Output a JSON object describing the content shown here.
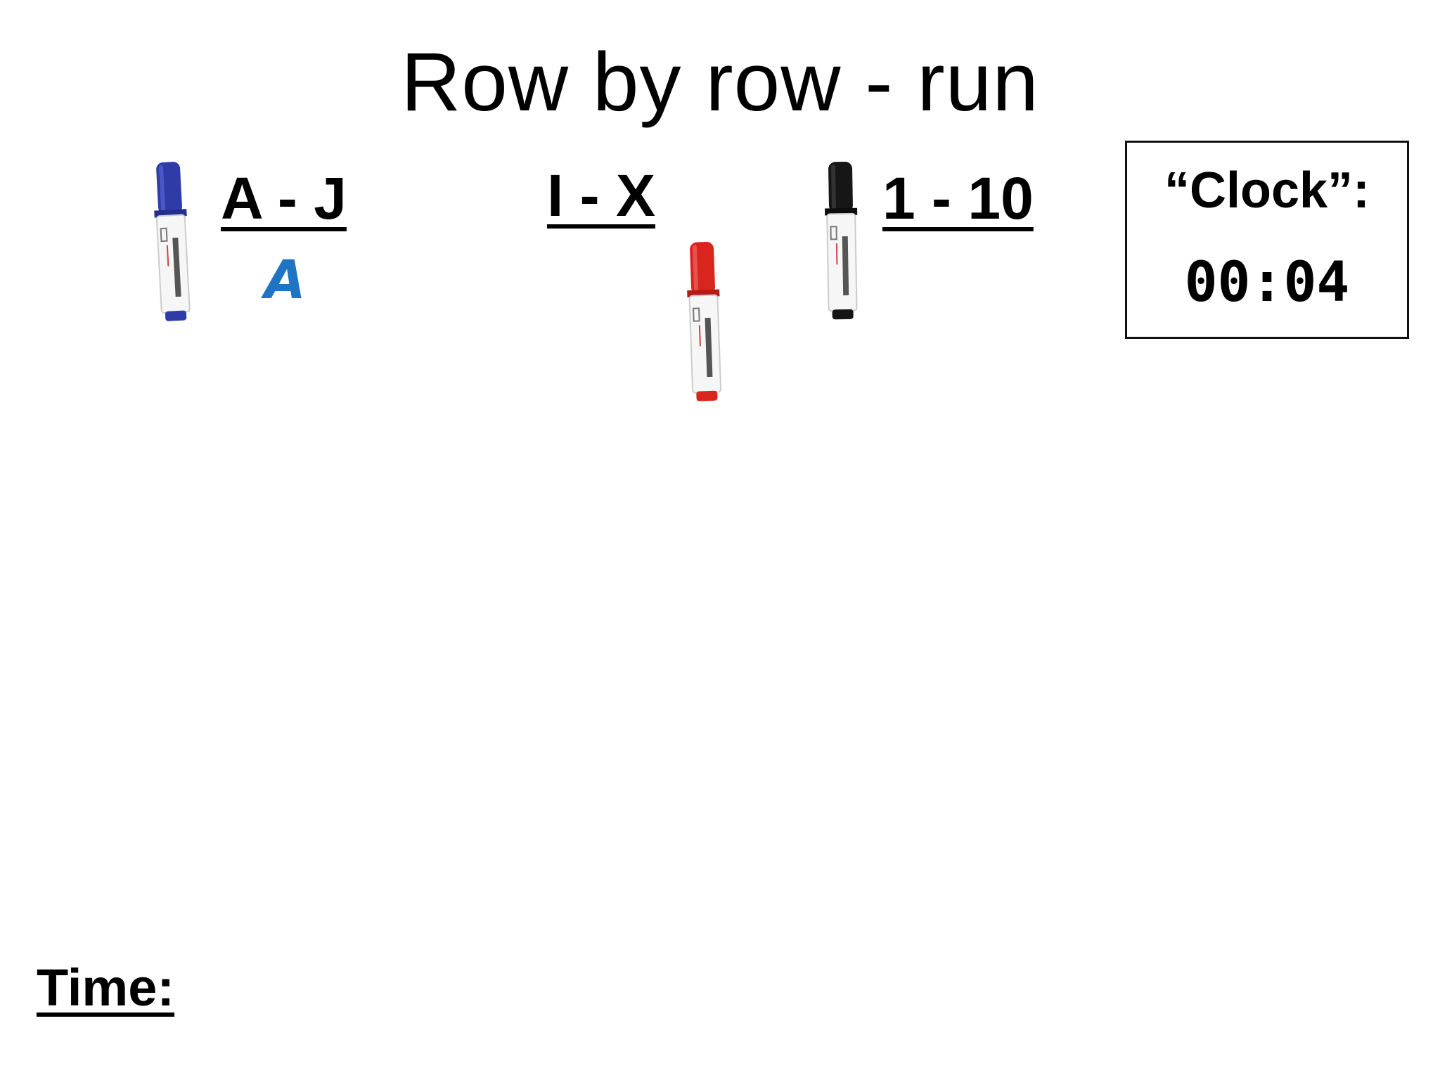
{
  "title": "Row by row - run",
  "columns": [
    {
      "heading": "A - J",
      "marker_color": "#2b3aa8",
      "written_value": "A"
    },
    {
      "heading": "I - X",
      "marker_color": "#d4231f",
      "written_value": ""
    },
    {
      "heading": "1 - 10",
      "marker_color": "#111111",
      "written_value": ""
    }
  ],
  "clock": {
    "label": "“Clock”:",
    "value": "00:04"
  },
  "time_label": "Time:"
}
